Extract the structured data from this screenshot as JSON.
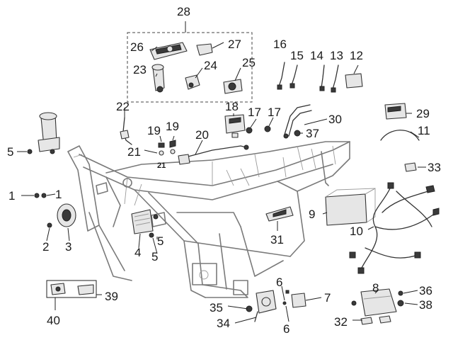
{
  "callouts": {
    "c1a": "1",
    "c1b": "1",
    "c2": "2",
    "c3": "3",
    "c4": "4",
    "c5a": "5",
    "c5b": "5",
    "c5c": "5",
    "c6a": "6",
    "c6b": "6",
    "c7": "7",
    "c8": "8",
    "c9": "9",
    "c10": "10",
    "c11": "11",
    "c12": "12",
    "c13": "13",
    "c14": "14",
    "c15": "15",
    "c16": "16",
    "c17a": "17",
    "c17b": "17",
    "c18": "18",
    "c19a": "19",
    "c19b": "19",
    "c20": "20",
    "c21a": "21",
    "c21b": "21",
    "c22": "22",
    "c23": "23",
    "c24": "24",
    "c25": "25",
    "c26": "26",
    "c27": "27",
    "c28": "28",
    "c29": "29",
    "c30": "30",
    "c31": "31",
    "c32": "32",
    "c33": "33",
    "c34": "34",
    "c35": "35",
    "c36": "36",
    "c37": "37",
    "c38": "38",
    "c39": "39",
    "c40": "40"
  }
}
